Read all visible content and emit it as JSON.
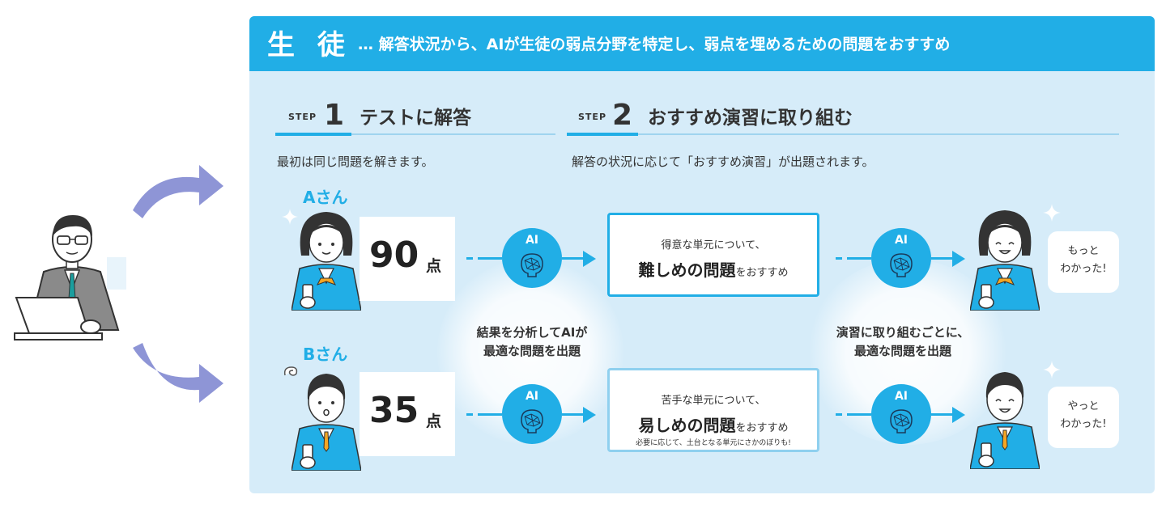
{
  "header": {
    "title": "生 徒",
    "description": "… 解答状況から、AIが生徒の弱点分野を特定し、弱点を埋めるための問題をおすすめ"
  },
  "steps": [
    {
      "tag": "STEP",
      "number": "1",
      "title": "テストに解答",
      "desc": "最初は同じ問題を解きます。"
    },
    {
      "tag": "STEP",
      "number": "2",
      "title": "おすすめ演習に取り組む",
      "desc": "解答の状況に応じて「おすすめ演習」が出題されます。"
    }
  ],
  "students": [
    {
      "name": "Aさん",
      "score": "90",
      "unit": "点",
      "rec_line1": "得意な単元について、",
      "rec_strong": "難しめの問題",
      "rec_suffix": "をおすすめ",
      "rec_note": "",
      "bubble": [
        "もっと",
        "わかった!"
      ]
    },
    {
      "name": "Bさん",
      "score": "35",
      "unit": "点",
      "rec_line1": "苦手な単元について、",
      "rec_strong": "易しめの問題",
      "rec_suffix": "をおすすめ",
      "rec_note": "必要に応じて、土台となる単元にさかのぼりも!",
      "bubble": [
        "やっと",
        "わかった!"
      ]
    }
  ],
  "ai_label": "AI",
  "center_left": [
    "結果を分析してAIが",
    "最適な問題を出題"
  ],
  "center_right": [
    "演習に取り組むごとに、",
    "最適な問題を出題"
  ],
  "colors": {
    "accent": "#21aee6",
    "panel": "#d6ecf9",
    "arrow": "#8e95d6"
  }
}
